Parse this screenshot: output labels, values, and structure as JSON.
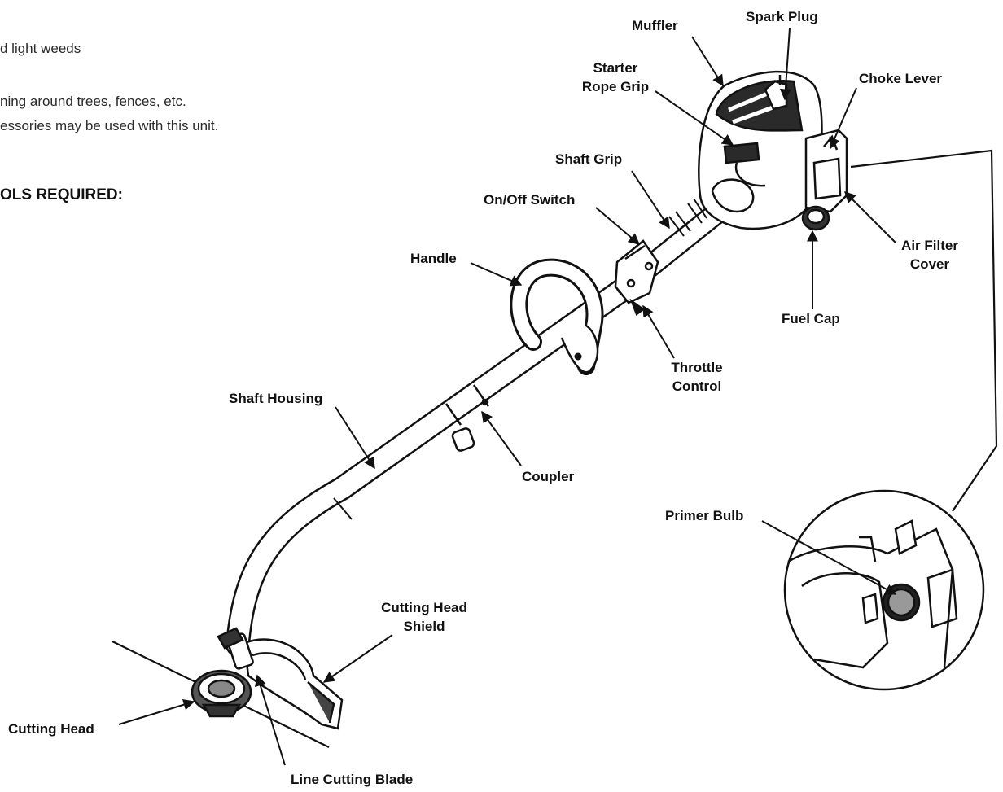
{
  "intro_lines": [
    "d light weeds",
    "ning around trees, fences, etc.",
    "essories may be used with this unit."
  ],
  "tools_heading": "OLS REQUIRED:",
  "labels": {
    "muffler": "Muffler",
    "spark_plug": "Spark Plug",
    "starter_rope_grip_1": "Starter",
    "starter_rope_grip_2": "Rope Grip",
    "choke_lever": "Choke Lever",
    "shaft_grip": "Shaft Grip",
    "on_off_switch": "On/Off Switch",
    "handle": "Handle",
    "air_filter_cover_1": "Air Filter",
    "air_filter_cover_2": "Cover",
    "fuel_cap": "Fuel Cap",
    "throttle_control_1": "Throttle",
    "throttle_control_2": "Control",
    "shaft_housing": "Shaft Housing",
    "coupler": "Coupler",
    "primer_bulb": "Primer Bulb",
    "cutting_head_shield_1": "Cutting Head",
    "cutting_head_shield_2": "Shield",
    "cutting_head": "Cutting Head",
    "line_cutting_blade": "Line Cutting Blade"
  }
}
